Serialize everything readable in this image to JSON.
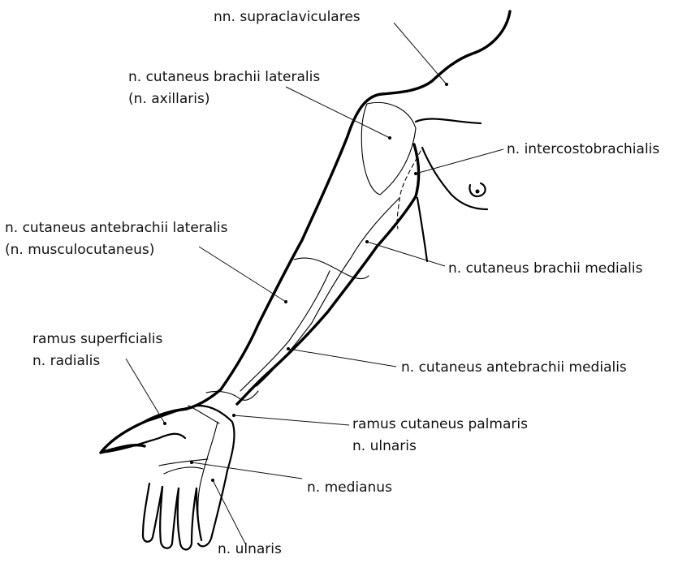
{
  "labels": {
    "supraclaviculares": "nn. supraclaviculares",
    "cut_brachii_lat_line1": "n. cutaneus brachii lateralis",
    "cut_brachii_lat_line2": "(n. axillaris)",
    "intercostobrachialis": "n. intercostobrachialis",
    "cut_antebrachii_lat_line1": "n. cutaneus antebrachii lateralis",
    "cut_antebrachii_lat_line2": "(n. musculocutaneus)",
    "cut_brachii_med": "n. cutaneus brachii medialis",
    "ramus_superficialis_line1": "ramus superficialis",
    "ramus_superficialis_line2": "n. radialis",
    "cut_antebrachii_med": "n. cutaneus antebrachii medialis",
    "ramus_palmaris_line1": "ramus cutaneus palmaris",
    "ramus_palmaris_line2": "n. ulnaris",
    "medianus": "n. medianus",
    "ulnaris": "n. ulnaris"
  },
  "colors": {
    "ink": "#000000",
    "background": "#ffffff"
  }
}
